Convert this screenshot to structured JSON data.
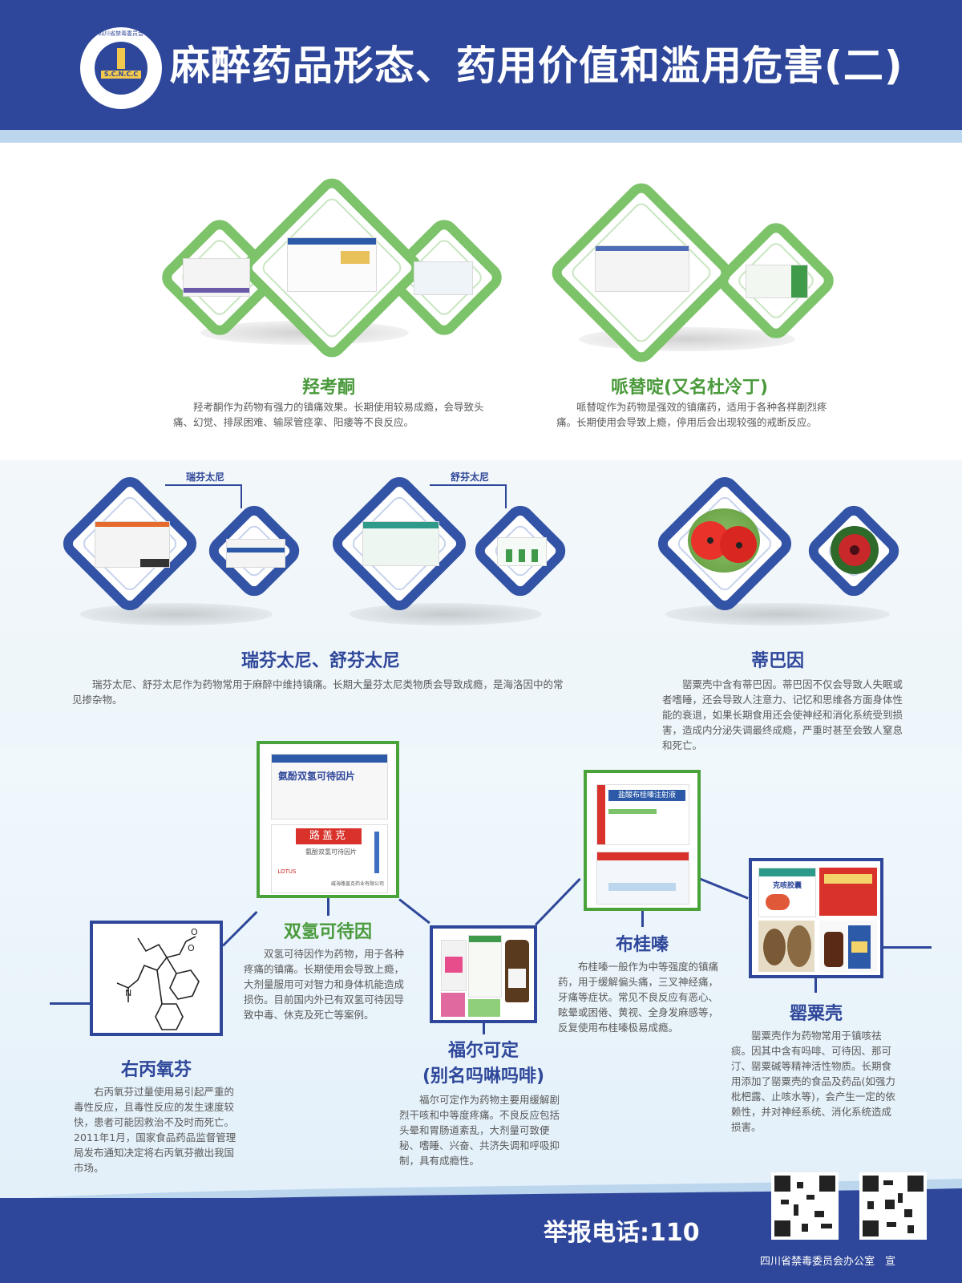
{
  "header": {
    "title": "麻醉药品形态、药用价值和滥用危害(二)",
    "logo_text": "四川省禁毒委员会",
    "logo_abbrev": "S.C.N.C.C"
  },
  "sections": {
    "oxycodone": {
      "title": "羟考酮",
      "text": "羟考酮作为药物有强力的镇痛效果。长期使用较易成瘾，会导致头痛、幻觉、排尿困难、输尿管痉挛、阳痿等不良反应。"
    },
    "pethidine": {
      "title": "哌替啶(又名杜冷丁)",
      "text": "哌替啶作为药物是强效的镇痛药，适用于各种各样剧烈疼痛。长期使用会导致上瘾，停用后会出现较强的戒断反应。"
    },
    "fentanyl": {
      "title": "瑞芬太尼、舒芬太尼",
      "label_remi": "瑞芬太尼",
      "label_sufen": "舒芬太尼",
      "text": "瑞芬太尼、舒芬太尼作为药物常用于麻醉中维持镇痛。长期大量芬太尼类物质会导致成瘾，是海洛因中的常见掺杂物。"
    },
    "thebaine": {
      "title": "蒂巴因",
      "text": "罂粟壳中含有蒂巴因。蒂巴因不仅会导致人失眠或者嗜睡，还会导致人注意力、记忆和思维各方面身体性能的衰退，如果长期食用还会使神经和消化系统受到损害，造成内分泌失调最终成瘾，严重时甚至会致人窒息和死亡。"
    },
    "dextropropoxyphene": {
      "title": "右丙氧芬",
      "text": "右丙氧芬过量使用易引起严重的毒性反应，且毒性反应的发生速度较快，患者可能因救治不及时而死亡。2011年1月，国家食品药品监督管理局发布通知决定将右丙氧芬撤出我国市场。"
    },
    "dihydrocodeine": {
      "title": "双氢可待因",
      "pkg_name": "氨酚双氢可待因片",
      "pkg_brand": "路盖克",
      "pkg_sub": "氨酚双氢可待因片",
      "pkg_maker": "威海路盖克药业有限公司",
      "pkg_logo": "LOTUS",
      "text": "双氢可待因作为药物，用于各种疼痛的镇痛。长期使用会导致上瘾，大剂量服用可对智力和身体机能造成损伤。目前国内外已有双氢可待因导致中毒、休克及死亡等案例。"
    },
    "pholcodine": {
      "title": "福尔可定",
      "subtitle": "(别名吗啉吗啡)",
      "text": "福尔可定作为药物主要用缓解剧烈干咳和中等度疼痛。不良反应包括头晕和胃肠道紊乱，大剂量可致便秘、嗜睡、兴奋、共济失调和呼吸抑制，具有成瘾性。"
    },
    "bucinnazine": {
      "title": "布桂嗪",
      "pkg_name": "盐酸布桂嗪注射液",
      "text": "布桂嗪一般作为中等强度的镇痛药，用于缓解偏头痛，三叉神经痛，牙痛等症状。常见不良反应有恶心、眩晕或困倦、黄视、全身发麻感等，反复使用布桂嗪极易成瘾。"
    },
    "poppy": {
      "title": "罂粟壳",
      "pkg_name": "克咳胶囊",
      "text": "罂粟壳作为药物常用于镇咳祛痰。因其中含有吗啡、可待因、那可汀、罂粟碱等精神活性物质。长期食用添加了罂粟壳的食品及药品(如强力枇杷露、止咳水等)，会产生一定的依赖性，并对神经系统、消化系统造成损害。"
    }
  },
  "footer": {
    "report": "举报电话:110",
    "office": "四川省禁毒委员会办公室　宣"
  },
  "colors": {
    "brand_blue": "#2f479a",
    "green": "#7cc36a",
    "light_blue": "#bcd6ee"
  }
}
